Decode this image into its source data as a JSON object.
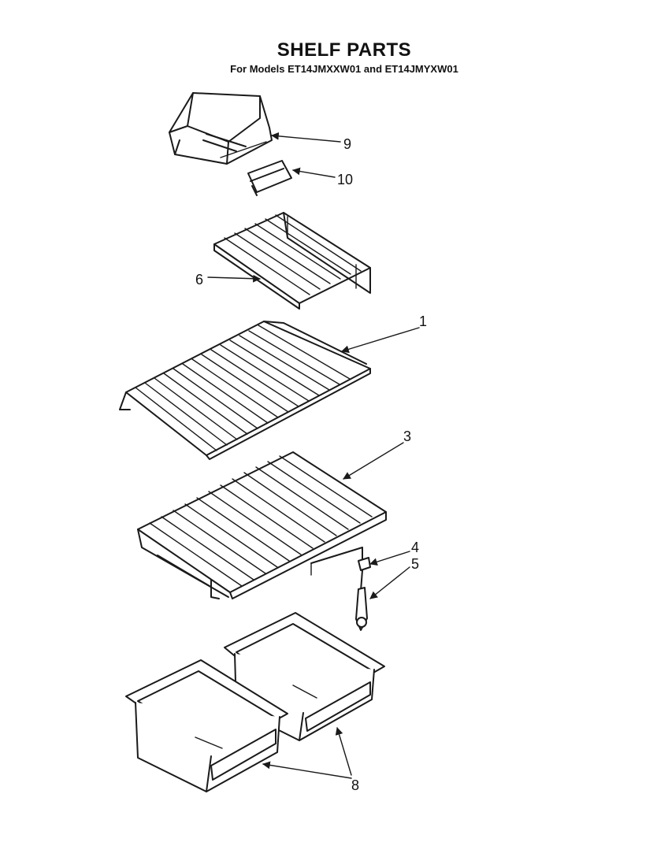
{
  "header": {
    "title": "SHELF PARTS",
    "subtitle": "For Models ET14JMXXW01 and ET14JMYXW01"
  },
  "callouts": [
    {
      "id": "9",
      "label": "9"
    },
    {
      "id": "10",
      "label": "10"
    },
    {
      "id": "6",
      "label": "6"
    },
    {
      "id": "1",
      "label": "1"
    },
    {
      "id": "3",
      "label": "3"
    },
    {
      "id": "4",
      "label": "4"
    },
    {
      "id": "5",
      "label": "5"
    },
    {
      "id": "8",
      "label": "8"
    }
  ]
}
